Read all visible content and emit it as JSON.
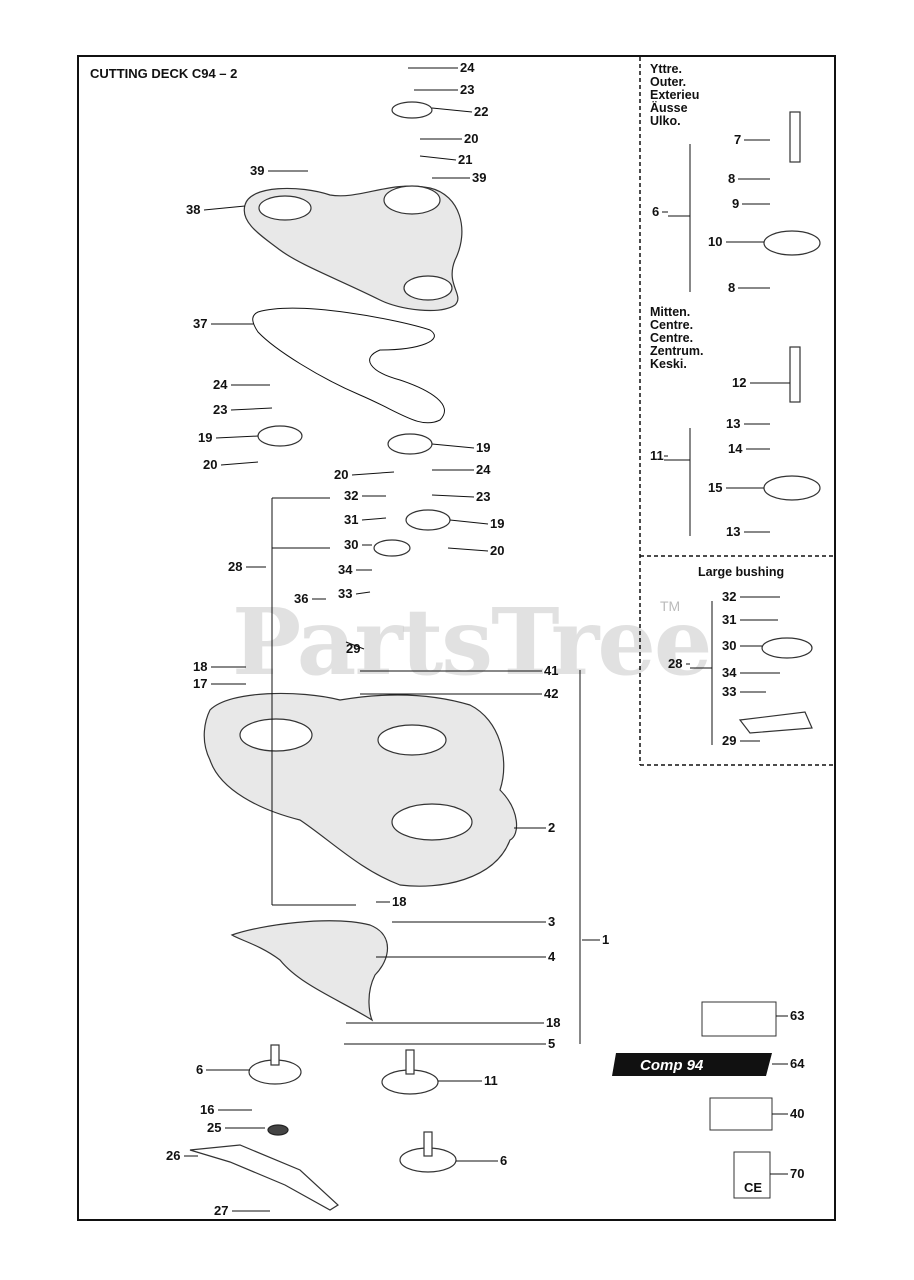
{
  "title": "CUTTING DECK C94 – 2",
  "watermark": "PartsTree",
  "watermark_tm": "TM",
  "inset_outer": {
    "lines": "Yttre.\nOuter.\nExterieu\nÄusse\nUlko."
  },
  "inset_centre": {
    "lines": "Mitten.\nCentre.\nCentre.\nZentrum.\nKeski."
  },
  "inset_bushing": {
    "title": "Large bushing"
  },
  "decal_64_text": "Comp 94",
  "decal_70_text": "CE",
  "labels": {
    "l24a": "24",
    "l23a": "23",
    "l22": "22",
    "l20a": "20",
    "l21": "21",
    "l39a": "39",
    "l39b": "39",
    "l38": "38",
    "l37": "37",
    "l24b": "24",
    "l23b": "23",
    "l19a": "19",
    "l20b": "20",
    "l19b": "19",
    "l20c": "20",
    "l24c": "24",
    "l23c": "23",
    "l19c": "19",
    "l20d": "20",
    "l32": "32",
    "l31": "31",
    "l30": "30",
    "l28": "28",
    "l34": "34",
    "l33": "33",
    "l36": "36",
    "l29": "29",
    "l18a": "18",
    "l17": "17",
    "l41": "41",
    "l42": "42",
    "l2": "2",
    "l18b": "18",
    "l3": "3",
    "l1": "1",
    "l4": "4",
    "l18c": "18",
    "l5": "5",
    "l6a": "6",
    "l16": "16",
    "l25": "25",
    "l26": "26",
    "l27": "27",
    "l11": "11",
    "l6b": "6",
    "l63": "63",
    "l64": "64",
    "l40": "40",
    "l70": "70",
    "i7": "7",
    "i8a": "8",
    "i6": "6",
    "i9": "9",
    "i10": "10",
    "i8b": "8",
    "i12": "12",
    "i13a": "13",
    "i11": "11",
    "i14": "14",
    "i15": "15",
    "i13b": "13",
    "i32": "32",
    "i31": "31",
    "i30": "30",
    "i28": "28",
    "i34": "34",
    "i33": "33",
    "i29": "29"
  }
}
